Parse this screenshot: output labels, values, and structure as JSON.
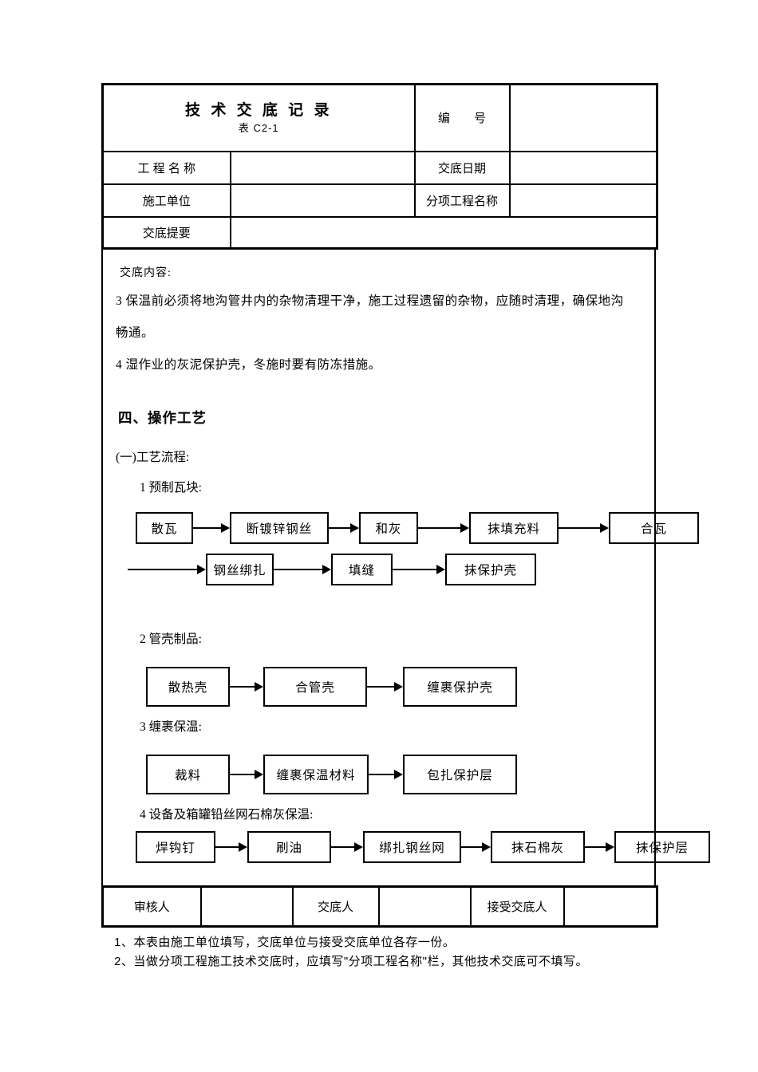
{
  "header_table": {
    "title": "技 术 交 底 记 录",
    "subtitle": "表 C2-1",
    "number_label": "编　　号",
    "number_value": "",
    "project_name_label": "工 程 名 称",
    "project_name_value": "",
    "date_label": "交底日期",
    "date_value": "",
    "unit_label": "施工单位",
    "unit_value": "",
    "subproject_label": "分项工程名称",
    "subproject_value": "",
    "summary_label": "交底提要",
    "summary_value": ""
  },
  "content": {
    "heading": "交底内容:",
    "paragraph_lines": [
      "3 保温前必须将地沟管井内的杂物清理干净，施工过程遗留的杂物，应随时清理，确保地沟",
      "畅通。",
      "4 湿作业的灰泥保护壳，冬施时要有防冻措施。"
    ],
    "section_title": "四、操作工艺",
    "subsection_title": "(一)工艺流程:"
  },
  "flowcharts": [
    {
      "title": "1 预制瓦块:",
      "rows": [
        [
          "散瓦",
          "断镀锌钢丝",
          "和灰",
          "抹填充料",
          "合瓦"
        ],
        [
          "钢丝绑扎",
          "填缝",
          "抹保护壳"
        ]
      ]
    },
    {
      "title": "2 管壳制品:",
      "rows": [
        [
          "散热壳",
          "合管壳",
          "缠裹保护壳"
        ]
      ]
    },
    {
      "title": "3 缠裹保温:",
      "rows": [
        [
          "裁料",
          "缠裹保温材料",
          "包扎保护层"
        ]
      ]
    },
    {
      "title": "4 设备及箱罐铅丝网石棉灰保温:",
      "rows": [
        [
          "焊钩钉",
          "刷油",
          "绑扎钢丝网",
          "抹石棉灰",
          "抹保护层"
        ]
      ]
    }
  ],
  "footer_table": {
    "reviewer_label": "审核人",
    "reviewer_value": "",
    "discloser_label": "交底人",
    "discloser_value": "",
    "receiver_label": "接受交底人",
    "receiver_value": ""
  },
  "notes": [
    "1、本表由施工单位填写，交底单位与接受交底单位各存一份。",
    "2、当做分项工程施工技术交底时，应填写\"分项工程名称\"栏，其他技术交底可不填写。"
  ],
  "colors": {
    "ink": "#000000",
    "paper": "#ffffff"
  }
}
